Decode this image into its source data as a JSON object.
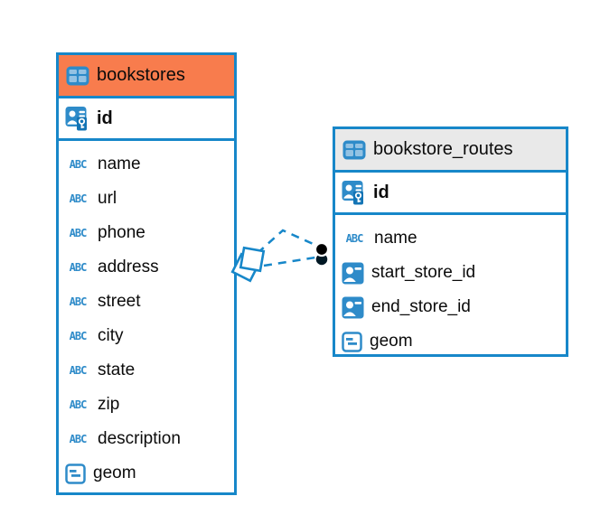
{
  "diagram": {
    "background": "#ffffff",
    "accent_blue": "#1787c9",
    "icon_blue": "#2e8bc9",
    "orange_header": "#f87c4d",
    "gray_header": "#e9e9e9",
    "text_color": "#0b0b0b"
  },
  "icons": {
    "text_type_label": "ABC"
  },
  "tables": [
    {
      "name": "bookstores",
      "header_style": "orange",
      "pk": {
        "name": "id",
        "type": "primary-key"
      },
      "columns": [
        {
          "name": "name",
          "type": "text"
        },
        {
          "name": "url",
          "type": "text"
        },
        {
          "name": "phone",
          "type": "text"
        },
        {
          "name": "address",
          "type": "text"
        },
        {
          "name": "street",
          "type": "text"
        },
        {
          "name": "city",
          "type": "text"
        },
        {
          "name": "state",
          "type": "text"
        },
        {
          "name": "zip",
          "type": "text"
        },
        {
          "name": "description",
          "type": "text"
        },
        {
          "name": "geom",
          "type": "geometry"
        }
      ]
    },
    {
      "name": "bookstore_routes",
      "header_style": "gray",
      "pk": {
        "name": "id",
        "type": "primary-key"
      },
      "columns": [
        {
          "name": "name",
          "type": "text"
        },
        {
          "name": "start_store_id",
          "type": "foreign-key"
        },
        {
          "name": "end_store_id",
          "type": "foreign-key"
        },
        {
          "name": "geom",
          "type": "geometry"
        }
      ]
    }
  ],
  "connections": {
    "count": 2,
    "line_style": "dashed",
    "line_color": "#1787c9",
    "source_marker": "overlapping-squares",
    "target_marker": "stacked-black-dots"
  }
}
